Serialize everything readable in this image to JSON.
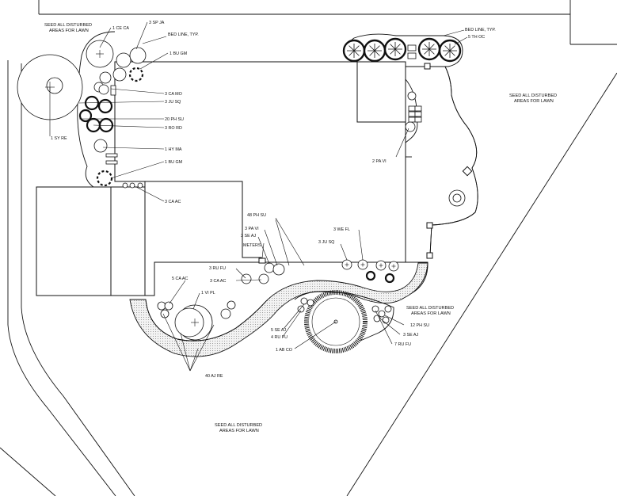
{
  "plant_callouts": {
    "ce_ca": "1 CE CA",
    "sp_ja": "3 SP JA",
    "bed_line_left": "BED LINE, TYP.",
    "bu_gm_top": "1 BU GM",
    "ca_mo": "3 CA MO",
    "ju_sq_left": "3 JU SQ",
    "ph_su_20": "20 PH SU",
    "ro_rd": "3 RO RD",
    "hy_ma": "1 HY MA",
    "bu_gm_mid": "1 BU GM",
    "ca_ac_left": "3 CA AC",
    "sy_re": "1 SY RE",
    "bed_line_right": "BED LINE, TYP.",
    "th_oc": "5 TH OC",
    "pa_vi_2": "2 PA VI",
    "ph_su_48": "48 PH SU",
    "pa_vi_3": "3 PA VI",
    "se_aj_top": "3 SE AJ",
    "meters": "METERS",
    "ru_fu_left": "3 RU FU",
    "ca_ac_mid": "3 CA AC",
    "ca_ac_5": "5 CA AC",
    "vi_pl": "1 VI PL",
    "aj_re": "40 AJ RE",
    "we_fl": "3 WE FL",
    "ju_sq_right": "3 JU SQ",
    "se_aj_5": "5 SE AJ",
    "ru_fu_4": "4 RU FU",
    "ab_co": "1 AB CO",
    "ph_su_12": "12 PH SU",
    "se_aj_3": "3 SE AJ",
    "ru_fu_7": "7 RU FU"
  },
  "seed_notes": {
    "top_left": [
      "SEED ALL DISTURBED",
      "AREAS FOR LAWN"
    ],
    "top_right": [
      "SEED ALL DISTURBED",
      "AREAS FOR LAWN"
    ],
    "mid_right": [
      "SEED ALL DISTURBED",
      "AREAS FOR LAWN"
    ],
    "bottom": [
      "SEED ALL DISTURBED",
      "AREAS FOR LAWN"
    ]
  },
  "colors": {
    "ink": "#111111",
    "paper": "#ffffff",
    "stipple": "#8a8a8a"
  }
}
